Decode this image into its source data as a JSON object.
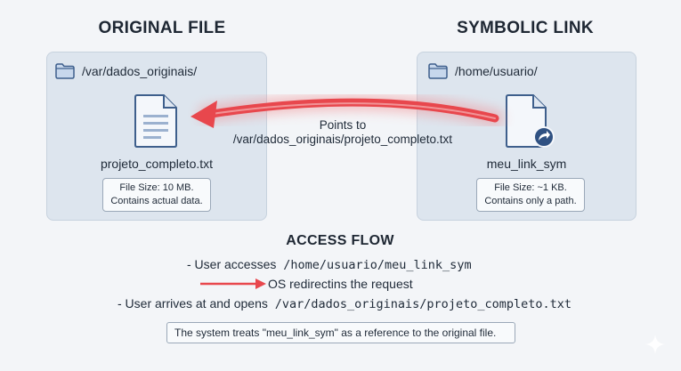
{
  "original": {
    "heading": "ORIGINAL FILE",
    "folder_path": "/var/dados_originais/",
    "file_name": "projeto_completo.txt",
    "info_line1": "File Size: 10 MB.",
    "info_line2": "Contains actual data."
  },
  "symlink": {
    "heading": "SYMBOLIC LINK",
    "folder_path": "/home/usuario/",
    "file_name": "meu_link_sym",
    "info_line1": "File Size: ~1 KB.",
    "info_line2": "Contains only a path."
  },
  "arrow": {
    "label_line1": "Points to",
    "label_line2": "/var/dados_originais/projeto_completo.txt",
    "color": "#e8474d"
  },
  "access_flow": {
    "heading": "ACCESS FLOW",
    "step1_prefix": "- User accesses",
    "step1_path": "/home/usuario/meu_link_sym",
    "step2_text": "OS redirectins the request",
    "step3_prefix": "- User arrives at and opens",
    "step3_path": "/var/dados_originais/projeto_completo.txt",
    "note": "The system treats \"meu_link_sym\" as a reference to the original file."
  },
  "icons": {
    "folder": "folder-icon",
    "document": "document-icon",
    "shortcut": "shortcut-file-icon",
    "sparkle": "sparkle-icon"
  }
}
